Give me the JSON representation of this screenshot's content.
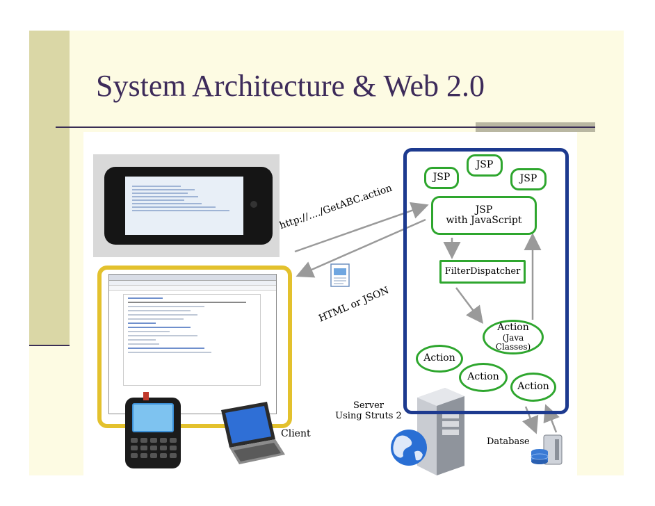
{
  "slide": {
    "title": "System Architecture & Web 2.0"
  },
  "diagram": {
    "server_nodes": {
      "jsp_left": "JSP",
      "jsp_top": "JSP",
      "jsp_right": "JSP",
      "jsp_main_line1": "JSP",
      "jsp_main_line2": "with JavaScript",
      "filter": "FilterDispatcher",
      "action_main_line1": "Action",
      "action_main_line2": "(Java Classes)",
      "action_a": "Action",
      "action_b": "Action",
      "action_c": "Action"
    },
    "request_label": "http://..../GetABC.action",
    "response_label": "HTML or JSON",
    "server_label_line1": "Server",
    "server_label_line2": "Using Struts 2",
    "client_label": "Client",
    "database_label": "Database",
    "colors": {
      "server_border": "#1d3a8f",
      "node_border": "#2ea62e",
      "client_border": "#e3c12d",
      "arrow": "#9a9a9a"
    }
  }
}
